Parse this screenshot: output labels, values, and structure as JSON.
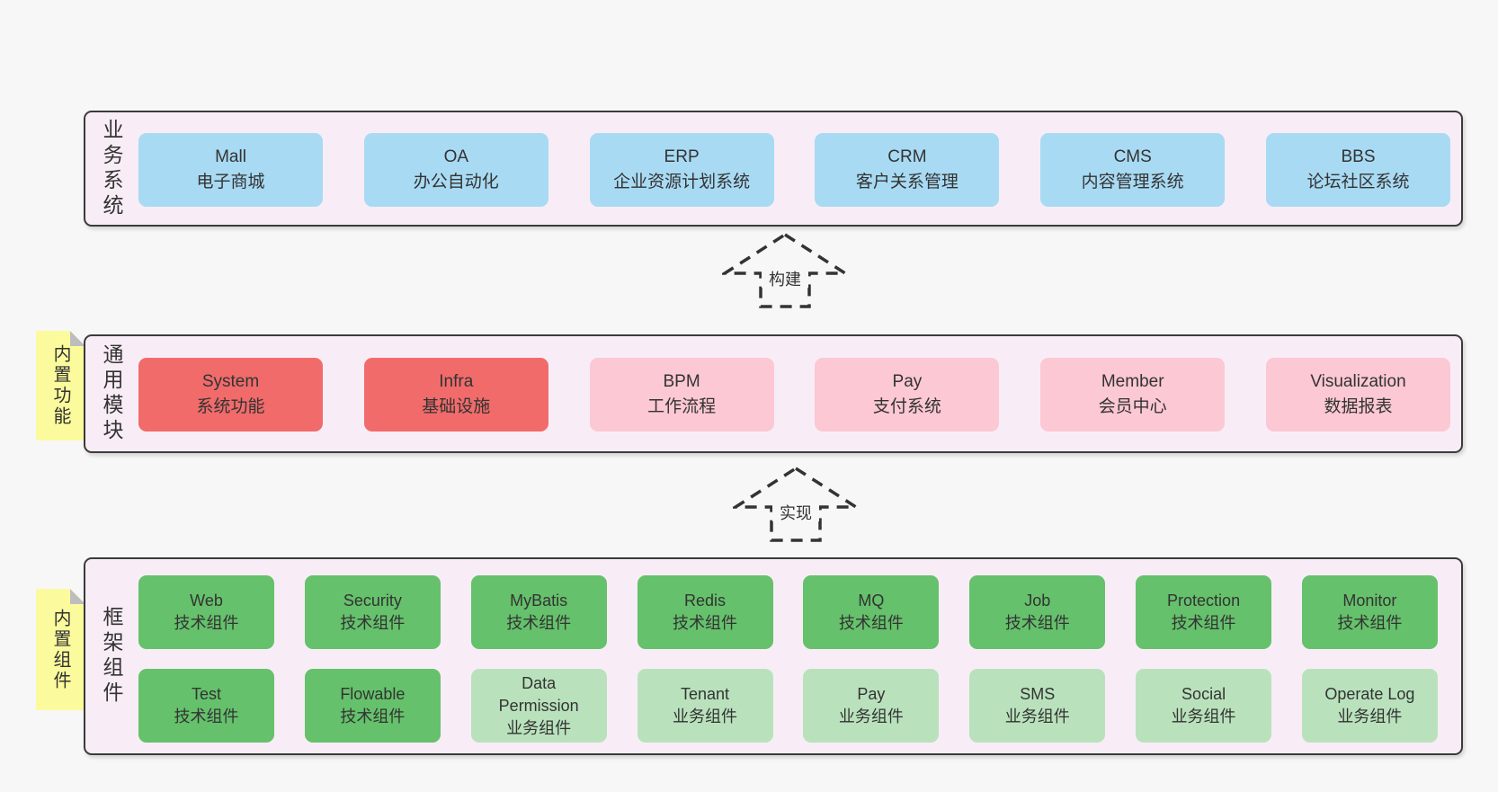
{
  "colors": {
    "page_bg": "#f7f7f7",
    "container_bg": "#f8edf6",
    "border": "#3b3b3b",
    "blue_box": "#a8daf3",
    "red_box": "#f16b6b",
    "pink_box": "#fbc8d3",
    "green_box": "#65c16b",
    "lightgreen_box": "#b9e2bc",
    "note_yellow": "#fbfb9d",
    "text": "#333333"
  },
  "business": {
    "label": "业务系统",
    "boxes": [
      {
        "title": "Mall",
        "subtitle": "电子商城"
      },
      {
        "title": "OA",
        "subtitle": "办公自动化"
      },
      {
        "title": "ERP",
        "subtitle": "企业资源计划系统"
      },
      {
        "title": "CRM",
        "subtitle": "客户关系管理"
      },
      {
        "title": "CMS",
        "subtitle": "内容管理系统"
      },
      {
        "title": "BBS",
        "subtitle": "论坛社区系统"
      }
    ]
  },
  "arrows": {
    "build": "构建",
    "implement": "实现"
  },
  "modules": {
    "label": "通用模块",
    "note": "内置功能",
    "boxes": [
      {
        "title": "System",
        "subtitle": "系统功能"
      },
      {
        "title": "Infra",
        "subtitle": "基础设施"
      },
      {
        "title": "BPM",
        "subtitle": "工作流程"
      },
      {
        "title": "Pay",
        "subtitle": "支付系统"
      },
      {
        "title": "Member",
        "subtitle": "会员中心"
      },
      {
        "title": "Visualization",
        "subtitle": "数据报表"
      }
    ]
  },
  "framework": {
    "label": "框架组件",
    "note": "内置组件",
    "row1": [
      {
        "title": "Web",
        "subtitle": "技术组件"
      },
      {
        "title": "Security",
        "subtitle": "技术组件"
      },
      {
        "title": "MyBatis",
        "subtitle": "技术组件"
      },
      {
        "title": "Redis",
        "subtitle": "技术组件"
      },
      {
        "title": "MQ",
        "subtitle": "技术组件"
      },
      {
        "title": "Job",
        "subtitle": "技术组件"
      },
      {
        "title": "Protection",
        "subtitle": "技术组件"
      },
      {
        "title": "Monitor",
        "subtitle": "技术组件"
      }
    ],
    "row2": [
      {
        "title": "Test",
        "subtitle": "技术组件"
      },
      {
        "title": "Flowable",
        "subtitle": "技术组件"
      },
      {
        "title": "Data Permission",
        "subtitle": "业务组件"
      },
      {
        "title": "Tenant",
        "subtitle": "业务组件"
      },
      {
        "title": "Pay",
        "subtitle": "业务组件"
      },
      {
        "title": "SMS",
        "subtitle": "业务组件"
      },
      {
        "title": "Social",
        "subtitle": "业务组件"
      },
      {
        "title": "Operate Log",
        "subtitle": "业务组件"
      }
    ]
  }
}
